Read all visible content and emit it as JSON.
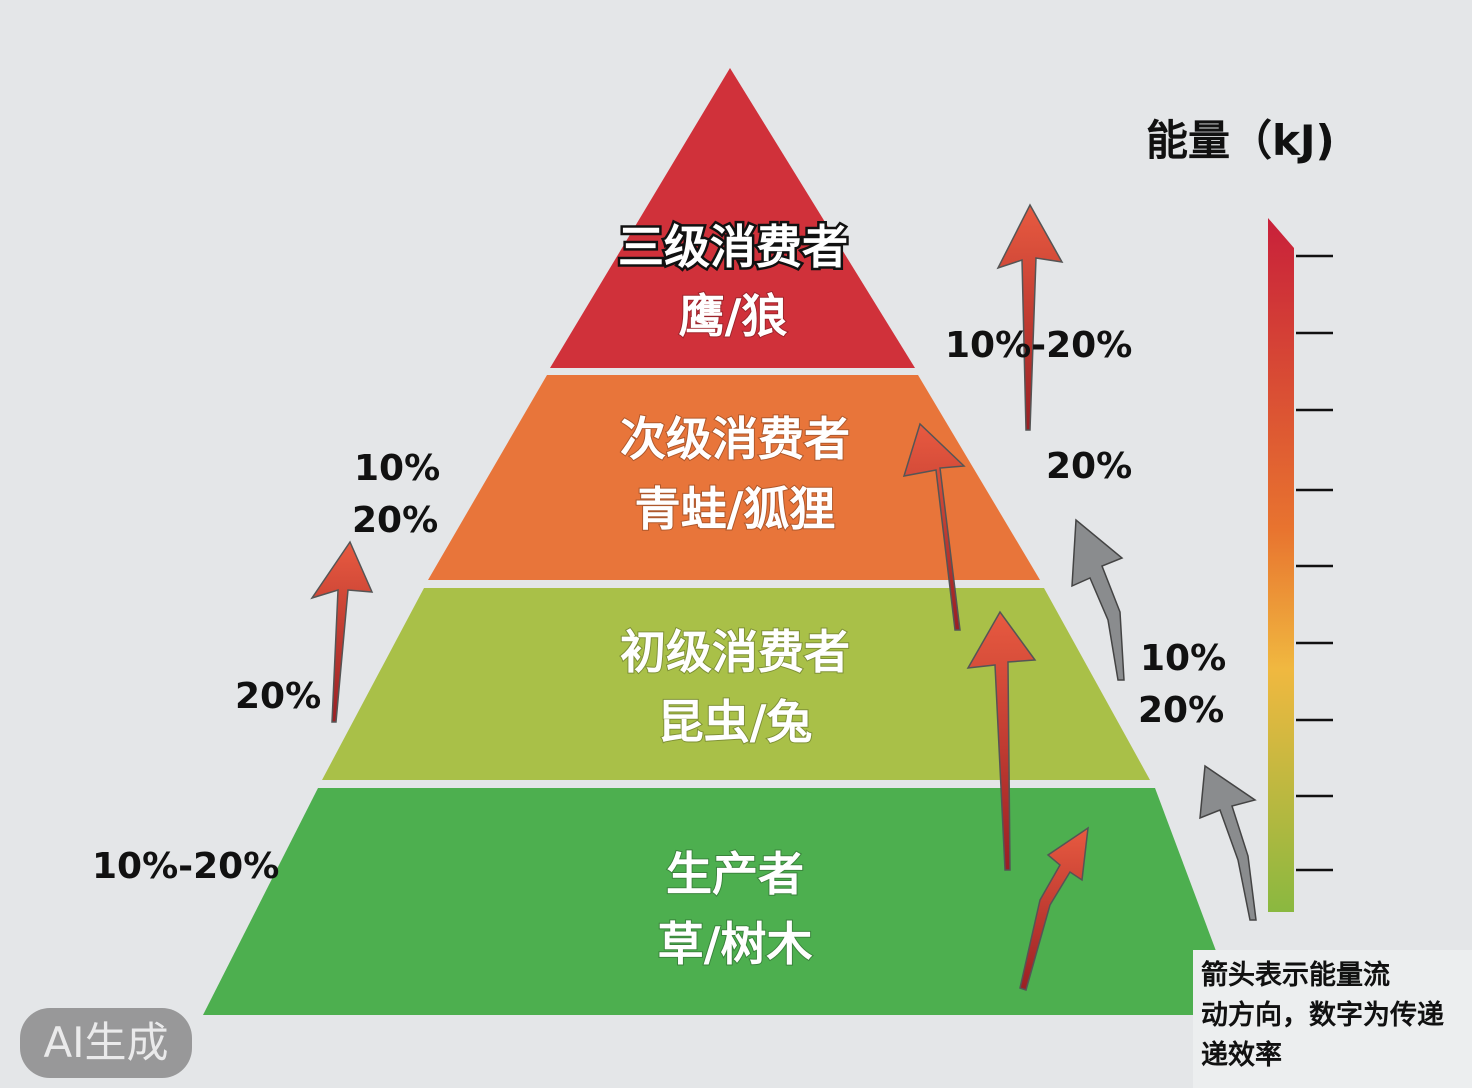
{
  "layers": [
    {
      "title": "三级消费者",
      "examples": "鹰/狼",
      "color": "#d0313a"
    },
    {
      "title": "次级消费者",
      "examples": "青蛙/狐狸",
      "color": "#e8753a"
    },
    {
      "title": "初级消费者",
      "examples": "昆虫/兔",
      "color": "#a9c048"
    },
    {
      "title": "生产者",
      "examples": "草/树木",
      "color": "#4daf4f"
    }
  ],
  "efficiency_labels": {
    "left_bottom": "10%-20%",
    "left_mid_20": "20%",
    "left_top_line1": "10%",
    "left_top_line2": "20%",
    "right_top": "10%-20%",
    "right_mid_20": "20%",
    "right_low_line1": "10%",
    "right_low_line2": "20%"
  },
  "energy_scale": {
    "title": "能量（kJ)",
    "top_color": "#c8203a",
    "mid_color": "#e8742f",
    "low_color": "#f0b840",
    "bottom_color": "#8ab840"
  },
  "note": {
    "line1": "箭头表示能量流",
    "line2": "动方向，数字为传递",
    "line3": "递效率"
  },
  "watermark": "AI生成",
  "arrow_colors": {
    "red": "#d43a36",
    "gray": "#8a8c8e"
  }
}
